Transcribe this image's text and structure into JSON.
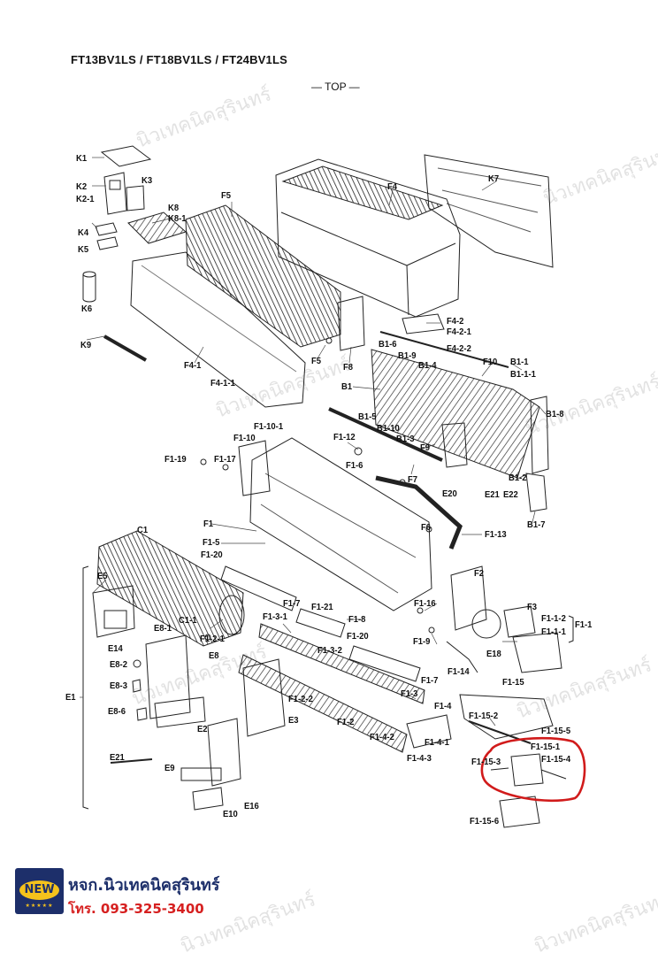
{
  "header": {
    "title": "FT13BV1LS / FT18BV1LS / FT24BV1LS",
    "view": "— TOP —"
  },
  "labels": {
    "k1": "K1",
    "k2": "K2",
    "k2_1": "K2-1",
    "k3": "K3",
    "k4": "K4",
    "k5": "K5",
    "k6": "K6",
    "k7": "K7",
    "k8": "K8",
    "k8_1": "K8-1",
    "k9": "K9",
    "f4": "F4",
    "f4_1": "F4-1",
    "f4_1_1": "F4-1-1",
    "f4_2": "F4-2",
    "f4_2_1": "F4-2-1",
    "f4_2_2": "F4-2-2",
    "f5a": "F5",
    "f5b": "F5",
    "f8": "F8",
    "b1": "B1",
    "b1_1": "B1-1",
    "b1_1_1": "B1-1-1",
    "b1_2": "B1-2",
    "b1_3": "B1-3",
    "b1_4": "B1-4",
    "b1_5": "B1-5",
    "b1_6": "B1-6",
    "b1_7": "B1-7",
    "b1_8": "B1-8",
    "b1_9": "B1-9",
    "b1_10": "B1-10",
    "f10": "F10",
    "f9": "F9",
    "f7": "F7",
    "e20": "E20",
    "e21": "E21",
    "e22": "E22",
    "f1_10_1": "F1-10-1",
    "f1_10": "F1-10",
    "f1_12": "F1-12",
    "f1_6": "F1-6",
    "f1_19": "F1-19",
    "f1_17": "F1-17",
    "f1": "F1",
    "f1_5": "F1-5",
    "f1_20a": "F1-20",
    "f6": "F6",
    "f1_13": "F1-13",
    "c1": "C1",
    "f2": "F2",
    "f3": "F3",
    "f1_1_2": "F1-1-2",
    "f1_1_1": "F1-1-1",
    "f1_1": "F1-1",
    "f1_16": "F1-16",
    "e18": "E18",
    "f1_9": "F1-9",
    "f1_14": "F1-14",
    "f1_15": "F1-15",
    "e5": "E5",
    "c1_1": "C1-1",
    "f1_7a": "F1-7",
    "f1_21": "F1-21",
    "f1_3_1": "F1-3-1",
    "f1_8": "F1-8",
    "f1_20b": "F1-20",
    "e8_1": "E8-1",
    "f1_2_1": "F1-2-1",
    "e14": "E14",
    "e8": "E8",
    "e8_2": "E8-2",
    "f1_3_2": "F1-3-2",
    "f1_7b": "F1-7",
    "e8_3": "E8-3",
    "e1": "E1",
    "f1_3": "F1-3",
    "f1_2_2": "F1-2-2",
    "e8_6": "E8-6",
    "f1_4": "F1-4",
    "e3": "E3",
    "f1_2": "F1-2",
    "f1_15_2": "F1-15-2",
    "f1_15_5": "F1-15-5",
    "e2": "E2",
    "f1_4_2": "F1-4-2",
    "f1_4_1": "F1-4-1",
    "f1_15_3": "F1-15-3",
    "f1_15_1": "F1-15-1",
    "f1_15_4": "F1-15-4",
    "e21b": "E21",
    "f1_4_3": "F1-4-3",
    "e9": "E9",
    "e16": "E16",
    "e10": "E10",
    "f1_15_6": "F1-15-6"
  },
  "watermark": "นิวเทคนิคสุรินทร์",
  "footer": {
    "logo": "NEW",
    "stars": "★★★★★",
    "shop": "หจก.นิวเทคนิคสุรินทร์",
    "phone": "โทร. 093-325-3400"
  },
  "colors": {
    "highlight": "#d11b1b",
    "logo_bg": "#1d2f6a",
    "logo_accent": "#f4c21c",
    "phone": "#d62020"
  }
}
